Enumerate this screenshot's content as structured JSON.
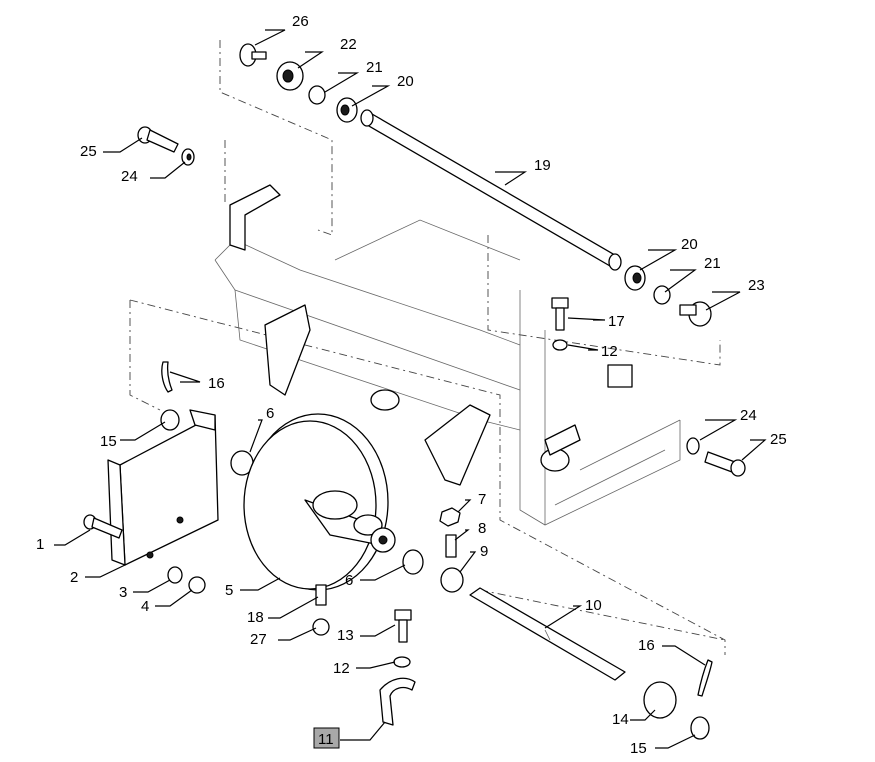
{
  "callouts": {
    "c1": "1",
    "c2": "2",
    "c3": "3",
    "c4": "4",
    "c5": "5",
    "c6a": "6",
    "c6b": "6",
    "c7": "7",
    "c8": "8",
    "c9": "9",
    "c10": "10",
    "c11": "11",
    "c12a": "12",
    "c12b": "12",
    "c13": "13",
    "c14": "14",
    "c15a": "15",
    "c15b": "15",
    "c16a": "16",
    "c16b": "16",
    "c17": "17",
    "c18": "18",
    "c19": "19",
    "c20a": "20",
    "c20b": "20",
    "c21a": "21",
    "c21b": "21",
    "c22": "22",
    "c23": "23",
    "c24a": "24",
    "c24b": "24",
    "c25a": "25",
    "c25b": "25",
    "c26": "26",
    "c27": "27"
  },
  "highlighted_callout": "11",
  "colors": {
    "highlight": "#a8a8a8",
    "line": "#000000"
  }
}
